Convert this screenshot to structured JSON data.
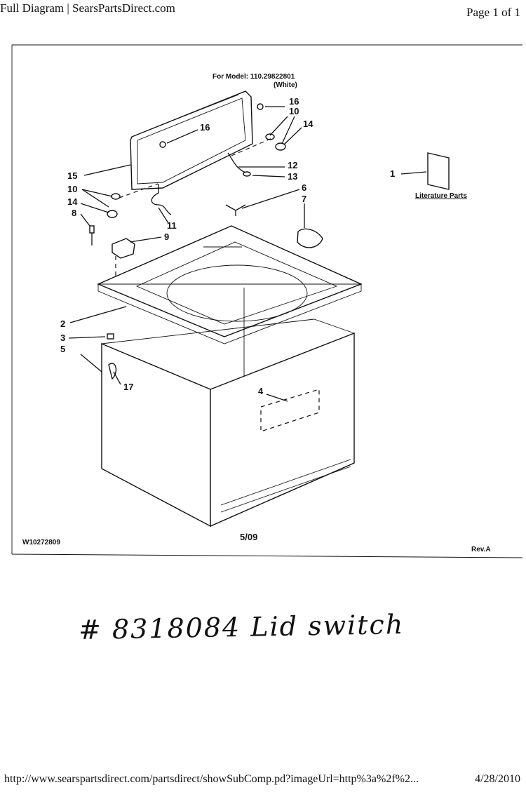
{
  "header": {
    "title": "Full Diagram | SearsPartsDirect.com",
    "page": "Page 1 of 1"
  },
  "diagram": {
    "model_line1": "For Model: 110.29822801",
    "model_line2": "(White)",
    "literature_label": "Literature Parts",
    "doc_number": "W10272809",
    "date_code": "5/09",
    "revision": "Rev.A",
    "callouts": {
      "c16a": "16",
      "c10a": "10",
      "c14a": "14",
      "c16b": "16",
      "c12": "12",
      "c13": "13",
      "c15": "15",
      "c10b": "10",
      "c6": "6",
      "c1": "1",
      "c14b": "14",
      "c7": "7",
      "c8": "8",
      "c11": "11",
      "c9": "9",
      "c2": "2",
      "c3": "3",
      "c5": "5",
      "c17": "17",
      "c4": "4"
    }
  },
  "handwritten_note": "# 8318084 Lid switch",
  "footer": {
    "url": "http://www.searspartsdirect.com/partsdirect/showSubComp.pd?imageUrl=http%3a%2f%2...",
    "date": "4/28/2010"
  }
}
